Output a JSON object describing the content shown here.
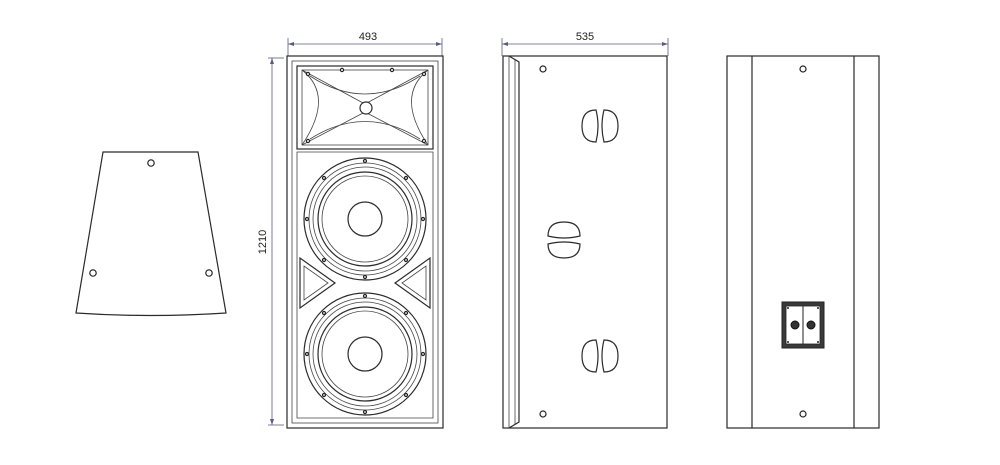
{
  "dimensions": {
    "front_width": "493",
    "side_depth": "535",
    "height": "1210"
  },
  "views": [
    "top-view",
    "front-view",
    "side-view",
    "rear-view"
  ],
  "components": {
    "horn_drivers": 1,
    "woofers": 2,
    "rear_terminal_plate_connectors": 2
  }
}
